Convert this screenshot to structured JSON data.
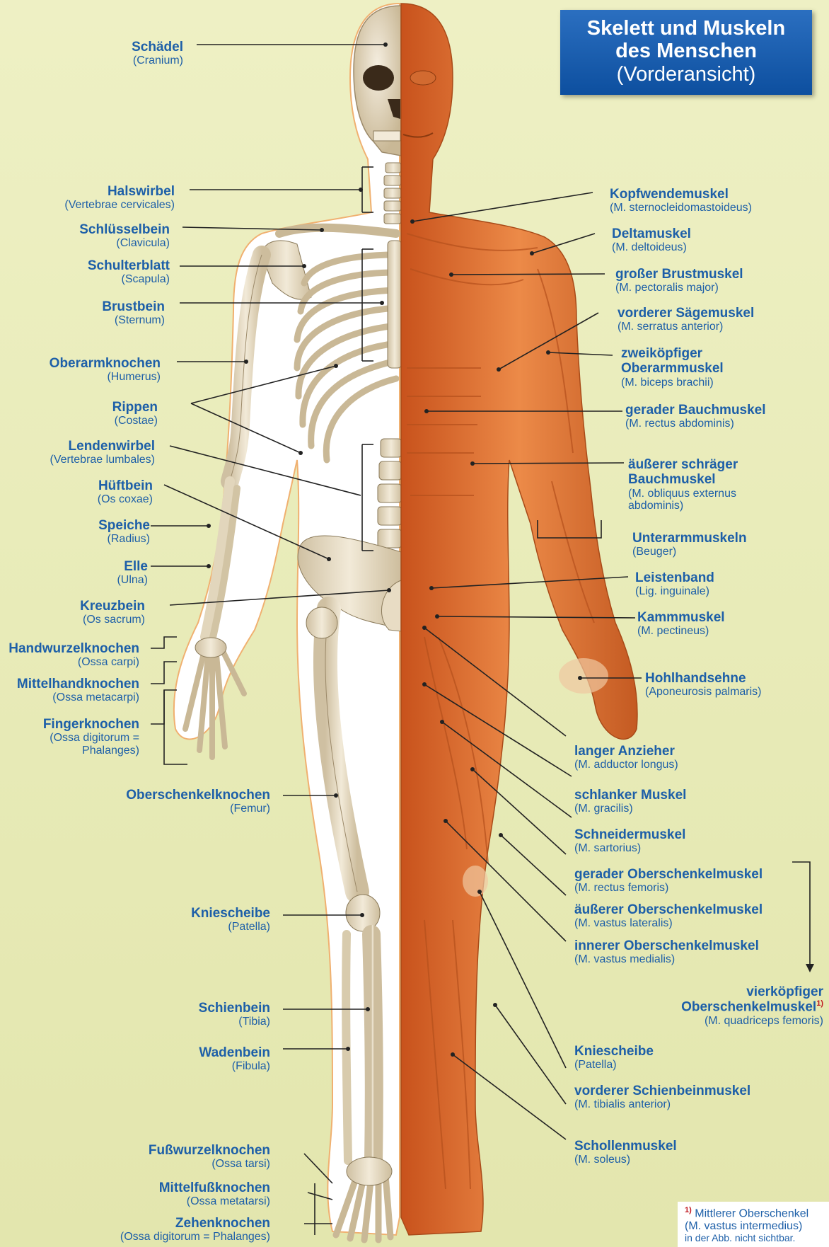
{
  "title": {
    "line1": "Skelett  und Muskeln",
    "line2": "des Menschen",
    "line3": "(Vorderansicht)"
  },
  "left_labels": [
    {
      "name": "Schädel",
      "sub": "(Cranium)"
    },
    {
      "name": "Halswirbel",
      "sub": "(Vertebrae cervicales)"
    },
    {
      "name": "Schlüsselbein",
      "sub": "(Clavicula)"
    },
    {
      "name": "Schulterblatt",
      "sub": "(Scapula)"
    },
    {
      "name": "Brustbein",
      "sub": "(Sternum)"
    },
    {
      "name": "Oberarmknochen",
      "sub": "(Humerus)"
    },
    {
      "name": "Rippen",
      "sub": "(Costae)"
    },
    {
      "name": "Lendenwirbel",
      "sub": "(Vertebrae lumbales)"
    },
    {
      "name": "Hüftbein",
      "sub": "(Os coxae)"
    },
    {
      "name": "Speiche",
      "sub": "(Radius)"
    },
    {
      "name": "Elle",
      "sub": "(Ulna)"
    },
    {
      "name": "Kreuzbein",
      "sub": "(Os sacrum)"
    },
    {
      "name": "Handwurzelknochen",
      "sub": "(Ossa carpi)"
    },
    {
      "name": "Mittelhandknochen",
      "sub": "(Ossa metacarpi)"
    },
    {
      "name": "Fingerknochen",
      "sub": "(Ossa digitorum =",
      "sub2": "Phalanges)"
    },
    {
      "name": "Oberschenkelknochen",
      "sub": "(Femur)"
    },
    {
      "name": "Kniescheibe",
      "sub": "(Patella)"
    },
    {
      "name": "Schienbein",
      "sub": "(Tibia)"
    },
    {
      "name": "Wadenbein",
      "sub": "(Fibula)"
    },
    {
      "name": "Fußwurzelknochen",
      "sub": "(Ossa tarsi)"
    },
    {
      "name": "Mittelfußknochen",
      "sub": "(Ossa metatarsi)"
    },
    {
      "name": "Zehenknochen",
      "sub": "(Ossa digitorum = Phalanges)"
    }
  ],
  "right_labels": [
    {
      "name": "Kopfwendemuskel",
      "sub": "(M. sternocleidomastoideus)"
    },
    {
      "name": "Deltamuskel",
      "sub": "(M. deltoideus)"
    },
    {
      "name": "großer Brustmuskel",
      "sub": "(M. pectoralis major)"
    },
    {
      "name": "vorderer Sägemuskel",
      "sub": "(M. serratus anterior)"
    },
    {
      "name": "zweiköpfiger",
      "name2": "Oberarmmuskel",
      "sub": "(M. biceps brachii)"
    },
    {
      "name": "gerader Bauchmuskel",
      "sub": "(M. rectus abdominis)"
    },
    {
      "name": "äußerer schräger",
      "name2": "Bauchmuskel",
      "sub": "(M. obliquus externus",
      "sub2": "abdominis)"
    },
    {
      "name": "Unterarmmuskeln",
      "sub": "(Beuger)"
    },
    {
      "name": "Leistenband",
      "sub": "(Lig. inguinale)"
    },
    {
      "name": "Kammmuskel",
      "sub": "(M. pectineus)"
    },
    {
      "name": "Hohlhandsehne",
      "sub": "(Aponeurosis palmaris)"
    },
    {
      "name": "langer Anzieher",
      "sub": "(M. adductor longus)"
    },
    {
      "name": "schlanker Muskel",
      "sub": "(M. gracilis)"
    },
    {
      "name": "Schneidermuskel",
      "sub": "(M. sartorius)"
    },
    {
      "name": "gerader Oberschenkelmuskel",
      "sub": "(M. rectus femoris)"
    },
    {
      "name": "äußerer Oberschenkelmuskel",
      "sub": "(M. vastus lateralis)"
    },
    {
      "name": "innerer Oberschenkelmuskel",
      "sub": "(M. vastus medialis)"
    },
    {
      "name": "Kniescheibe",
      "sub": "(Patella)"
    },
    {
      "name": "vorderer Schienbeinmuskel",
      "sub": "(M. tibialis anterior)"
    },
    {
      "name": "Schollenmuskel",
      "sub": "(M. soleus)"
    }
  ],
  "quadriceps": {
    "name1": "vierköpfiger",
    "name2": "Oberschenkelmuskel",
    "mark": "1)",
    "sub": "(M. quadriceps femoris)"
  },
  "footnote": {
    "mark": "1)",
    "line1": "Mittlerer Oberschenkel",
    "line2": "(M. vastus intermedius)",
    "line3": "in der Abb. nicht sichtbar."
  },
  "colors": {
    "label": "#1d5fa8",
    "title_bg": "#0d4f9f",
    "muscle": "#e07030",
    "bone": "#e8dcc4",
    "background": "#e8ebb8"
  }
}
